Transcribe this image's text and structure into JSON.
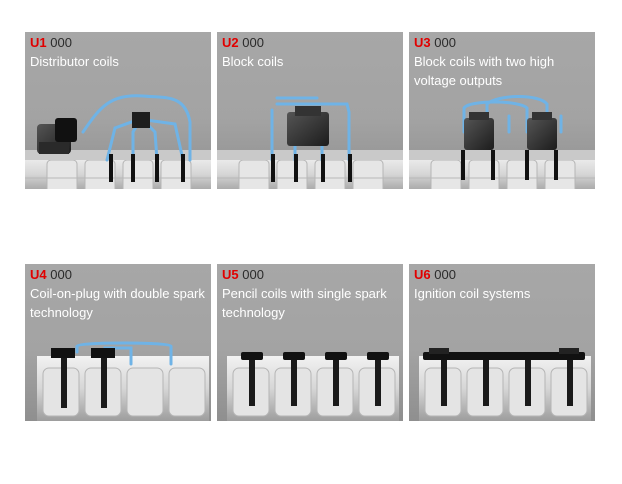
{
  "tiles": [
    {
      "prefix": "U1",
      "code": "000",
      "title": "Distributor coils"
    },
    {
      "prefix": "U2",
      "code": "000",
      "title": "Block coils"
    },
    {
      "prefix": "U3",
      "code": "000",
      "title": "Block coils with two high voltage outputs"
    },
    {
      "prefix": "U4",
      "code": "000",
      "title": "Coil-on-plug with double spark technology"
    },
    {
      "prefix": "U5",
      "code": "000",
      "title": "Pencil coils with single spark technology"
    },
    {
      "prefix": "U6",
      "code": "000",
      "title": "Ignition coil systems"
    }
  ],
  "colors": {
    "prefix": "#e10000",
    "tile_bg": "#a6a6a6",
    "ignition_lead": "#6fb3e6"
  },
  "icons": [
    "distributor-coil-icon",
    "block-coil-icon",
    "double-output-block-coil-icon",
    "coil-on-plug-icon",
    "pencil-coil-icon",
    "ignition-coil-rail-icon"
  ]
}
